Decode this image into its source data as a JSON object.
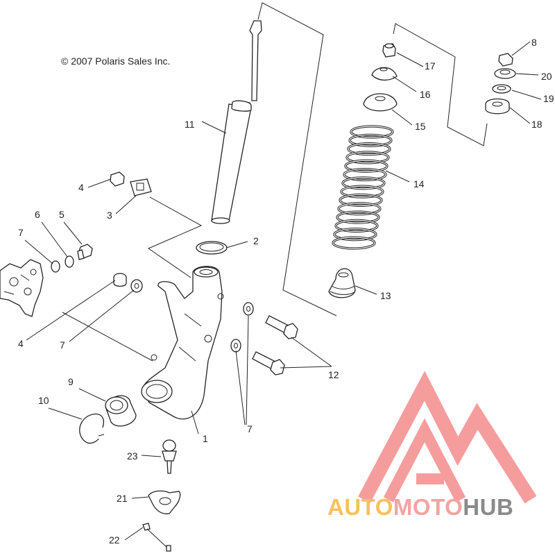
{
  "copyright": "© 2007 Polaris Sales Inc.",
  "labels": {
    "p1": "1",
    "p2": "2",
    "p3": "3",
    "p4a": "4",
    "p4b": "4",
    "p5": "5",
    "p6": "6",
    "p7a": "7",
    "p7b": "7",
    "p7c": "7",
    "p8": "8",
    "p9": "9",
    "p10": "10",
    "p11": "11",
    "p12": "12",
    "p13": "13",
    "p14": "14",
    "p15": "15",
    "p16": "16",
    "p17": "17",
    "p18": "18",
    "p19": "19",
    "p20": "20",
    "p21": "21",
    "p22": "22",
    "p23": "23"
  },
  "watermark": {
    "part1": "AUTO",
    "part2": "MOTO",
    "part3": "HUB",
    "colors": {
      "auto": "#f6c15d",
      "moto": "#f4a3a3",
      "hub": "#8a8a8a",
      "logo": "#f48d8d"
    }
  }
}
